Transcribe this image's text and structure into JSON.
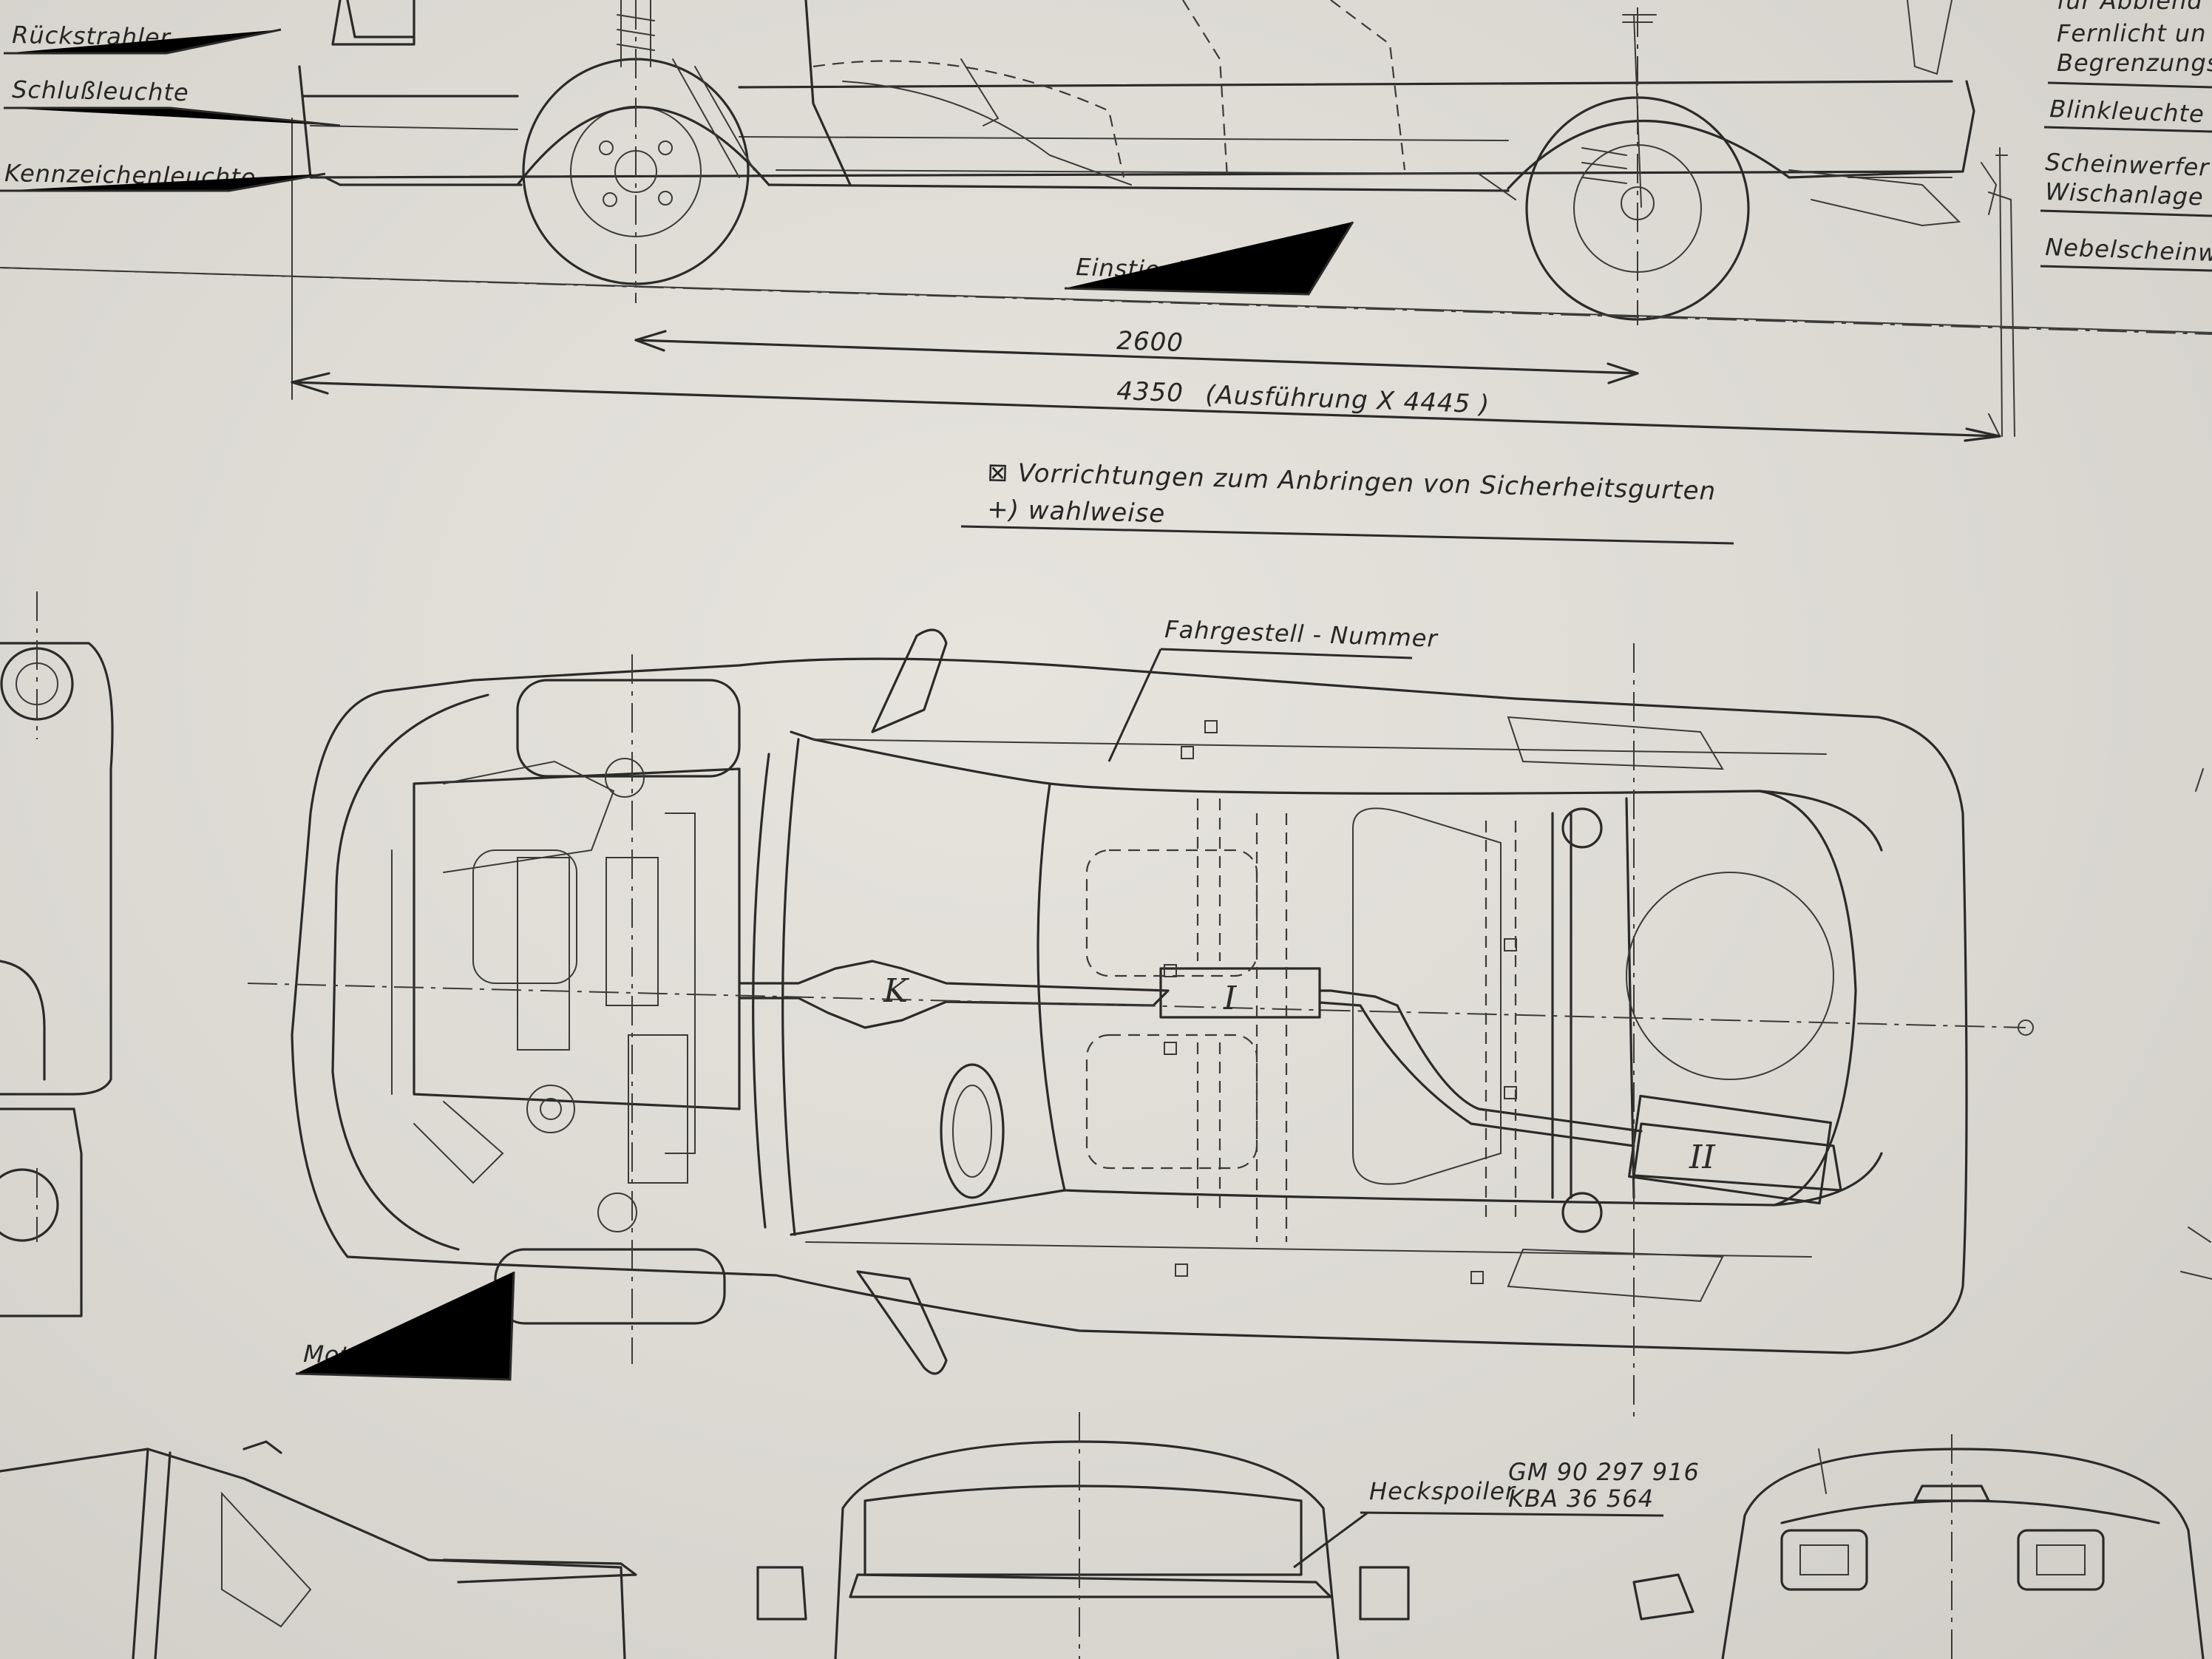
{
  "labels_left": {
    "rueckstrahler": "Rückstrahler",
    "schlussleuchte": "Schlußleuchte",
    "kennzeichenleuchte": "Kennzeichenleuchte"
  },
  "labels_right": {
    "fuer_abblend": "für Abblend",
    "fernlicht": "Fernlicht un",
    "begrenzung": "Begrenzungsl",
    "blinkleuchte": "Blinkleuchte",
    "scheinwerfer": "Scheinwerfer W",
    "wischanlage": "Wischanlage +)",
    "nebelscheinwerfer": "Nebelscheinwer"
  },
  "labels_center": {
    "einstiegblende": "Einstiegblende +)",
    "fahrgestell": "Fahrgestell - Nummer",
    "motor": "Motor - Nummer",
    "heckspoiler": "Heckspoiler",
    "heckspoiler_code1": "GM 90 297 916",
    "heckspoiler_code2": "KBA 36 564"
  },
  "dimensions": {
    "wheelbase": "2600",
    "length": "4350",
    "length_note": "(Ausführung X 4445 )"
  },
  "legend": {
    "line1": "⊠ Vorrichtungen zum Anbringen von Sicherheitsgurten",
    "line2": "+) wahlweise"
  },
  "parts": {
    "cat": "K",
    "muffler1": "I",
    "muffler2": "II"
  }
}
